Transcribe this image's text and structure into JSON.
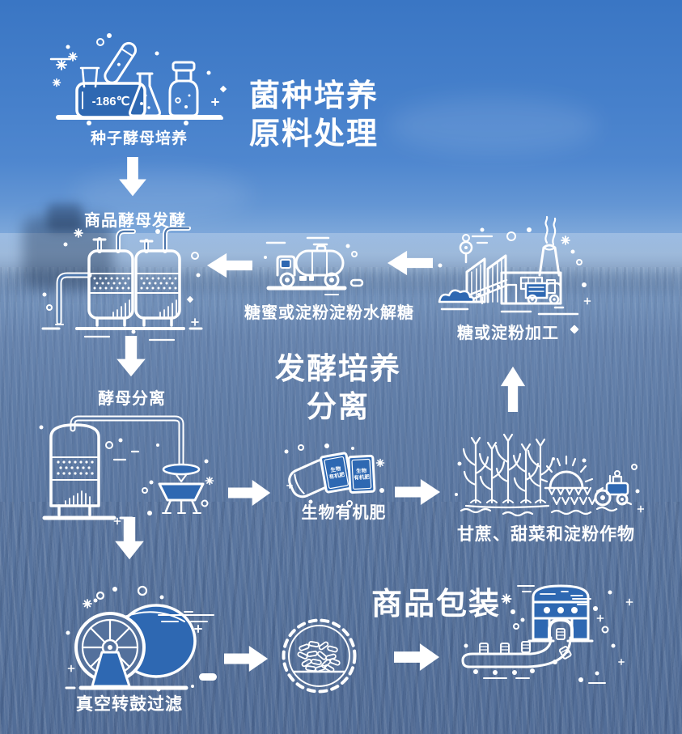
{
  "poster": {
    "stage_titles": {
      "stage1_line1": "菌种培养",
      "stage1_line2": "原料处理",
      "stage2_line1": "发酵培养",
      "stage2_line2": "分离",
      "stage3": "商品包装"
    },
    "steps": {
      "seed_yeast": "种子酵母培养",
      "commercial_yeast_fermentation": "商品酵母发酵",
      "molasses_hydrolyzed_sugar": "糖蜜或淀粉淀粉水解糖",
      "sugar_starch_processing": "糖或淀粉加工",
      "yeast_separation": "酵母分离",
      "bio_organic_fertilizer": "生物有机肥",
      "crops": "甘蔗、甜菜和淀粉作物",
      "vacuum_drum_filtration": "真空转鼓过滤"
    },
    "icon_text": {
      "cryo_temperature": "-186℃",
      "bag_line1": "生物",
      "bag_line2": "有机肥"
    },
    "flow": [
      {
        "from": "seed_yeast",
        "to": "commercial_yeast_fermentation",
        "direction": "down"
      },
      {
        "from": "sugar_starch_processing",
        "to": "molasses_hydrolyzed_sugar",
        "direction": "left"
      },
      {
        "from": "molasses_hydrolyzed_sugar",
        "to": "commercial_yeast_fermentation",
        "direction": "left"
      },
      {
        "from": "commercial_yeast_fermentation",
        "to": "yeast_separation",
        "direction": "down"
      },
      {
        "from": "crops",
        "to": "sugar_starch_processing",
        "direction": "up"
      },
      {
        "from": "yeast_separation",
        "to": "bio_organic_fertilizer",
        "direction": "right"
      },
      {
        "from": "bio_organic_fertilizer",
        "to": "crops",
        "direction": "right"
      },
      {
        "from": "yeast_separation",
        "to": "vacuum_drum_filtration",
        "direction": "down"
      },
      {
        "from": "vacuum_drum_filtration",
        "to": "yeast_cells",
        "direction": "right"
      },
      {
        "from": "yeast_cells",
        "to": "packaging",
        "direction": "right"
      }
    ],
    "colors": {
      "line_art": "#ffffff",
      "solid_fill": "#2e68b2",
      "sky_top": "#3a76c4",
      "field": "#5a76a0"
    }
  }
}
